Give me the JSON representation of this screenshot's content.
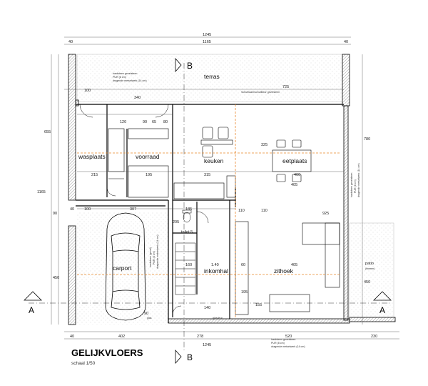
{
  "title": "GELIJKVLOERS",
  "scale": "schaal 1/50",
  "section_labels": {
    "a_left": "A",
    "a_right": "A",
    "b_top": "B",
    "b_bottom": "B"
  },
  "rooms": {
    "terras": "terras",
    "wasplaats": "wasplaats",
    "voorraad": "voorraad",
    "keuken": "keuken",
    "eetplaats": "eetplaats",
    "carport": "carport",
    "inkomhal": "inkomhal",
    "zithoek": "zithoek",
    "toilet": "toilet 5",
    "patio": "patio",
    "patio_sub": "(fineren)"
  },
  "dimensions": {
    "top_total": "1245",
    "top_inner": "1165",
    "top_left": "40",
    "top_right": "40",
    "d100": "100",
    "d340": "340",
    "d725": "725",
    "d120": "120",
    "d90": "90",
    "d65": "65",
    "d80": "80",
    "d215": "215",
    "d195": "195",
    "d315": "315",
    "d460": "460",
    "d405a": "405",
    "d405b": "405",
    "d40a": "40",
    "d100b": "100",
    "d307": "307",
    "d185": "185",
    "d110": "110",
    "d205": "205",
    "d160": "160",
    "d140": "1.40",
    "d60": "60",
    "d925": "925",
    "left_655": "655",
    "left_1165": "1165",
    "left_90": "90",
    "left_450": "450",
    "right_780": "780",
    "right_450": "450",
    "bot_40a": "40",
    "bot_402": "402",
    "bot_278": "278",
    "bot_520": "520",
    "bot_230": "230",
    "bot_1245": "1245",
    "d195b": "195",
    "d325": "325",
    "d110b": "110",
    "d155": "155",
    "d140b": "140",
    "d90b": "90"
  },
  "notes": {
    "gevel_top": "hardsteen gevelsteen",
    "pvc_top": "PUR (8 cm)",
    "iso_top": "dragende metselwerk (14 cm)",
    "gevel_bot": "hardsteen gevelsteen",
    "pvc_bot": "PUR (8 cm)",
    "iso_bot": "dragende metselwerk (14 cm)",
    "schuif": "Schuifraam/schuifdeur gevelsteen",
    "gev_r1": "hardsteen gevelsteen",
    "gev_r2": "PUR (8 cm)",
    "gev_r3": "dragende metselwerk (14 cm)",
    "trap_note1": "hardsteen (gevel)",
    "trap_note2": "PUR (8 cm)",
    "trap_note3": "dragende metselwerk (14 cm)",
    "glas1": "glas",
    "glas2": "glasdeur"
  }
}
